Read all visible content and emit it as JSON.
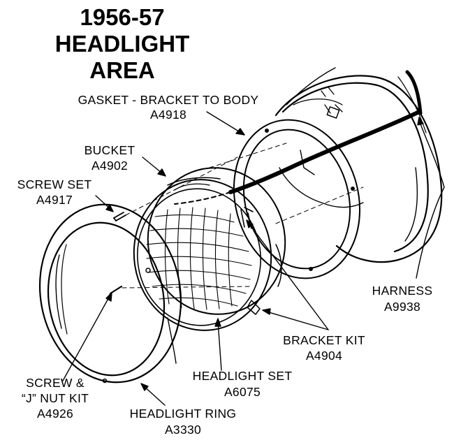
{
  "title": {
    "line1": "1956-57",
    "line2": "HEADLIGHT",
    "line3": "AREA"
  },
  "callouts": {
    "gasket": {
      "name": "GASKET - BRACKET TO BODY",
      "part": "A4918"
    },
    "bucket": {
      "name": "BUCKET",
      "part": "A4902"
    },
    "screw_set": {
      "name": "SCREW SET",
      "part": "A4917"
    },
    "harness": {
      "name": "HARNESS",
      "part": "A9938"
    },
    "bracket_kit": {
      "name": "BRACKET KIT",
      "part": "A4904"
    },
    "headlight_set": {
      "name": "HEADLIGHT SET",
      "part": "A6075"
    },
    "screw_nut": {
      "line1": "SCREW &",
      "line2": "“J” NUT KIT",
      "part": "A4926"
    },
    "headlight_ring": {
      "name": "HEADLIGHT RING",
      "part": "A3330"
    }
  }
}
